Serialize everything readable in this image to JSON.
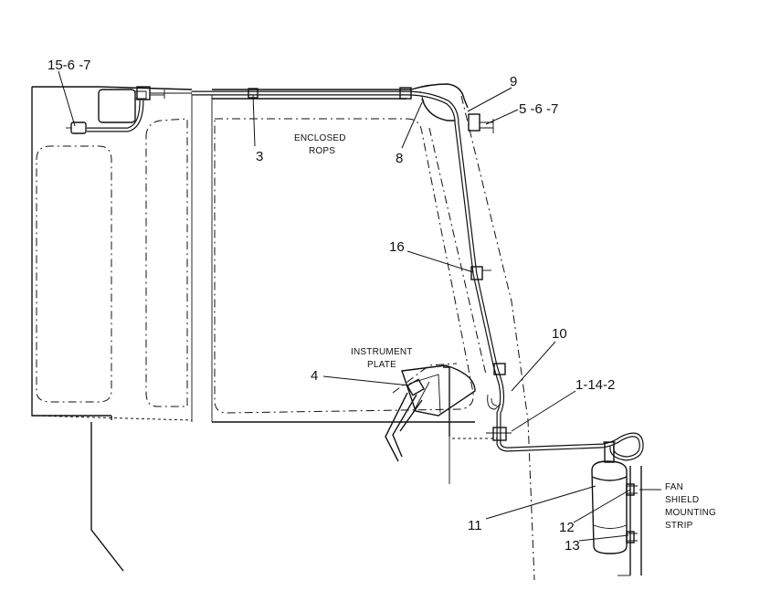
{
  "callouts": {
    "c15_6_7": "15-6 -7",
    "c9": "9",
    "c5_6_7": "5 -6 -7",
    "c3": "3",
    "c8": "8",
    "c16": "16",
    "c10": "10",
    "c1_14_2": "1-14-2",
    "c4": "4",
    "c11": "11",
    "c12": "12",
    "c13": "13"
  },
  "notes": {
    "enclosed_rops_line1": "ENCLOSED",
    "enclosed_rops_line2": "ROPS",
    "instrument_plate_line1": "INSTRUMENT",
    "instrument_plate_line2": "PLATE",
    "fan_shield_line1": "FAN",
    "fan_shield_line2": "SHIELD",
    "fan_shield_line3": "MOUNTING",
    "fan_shield_line4": "STRIP"
  }
}
